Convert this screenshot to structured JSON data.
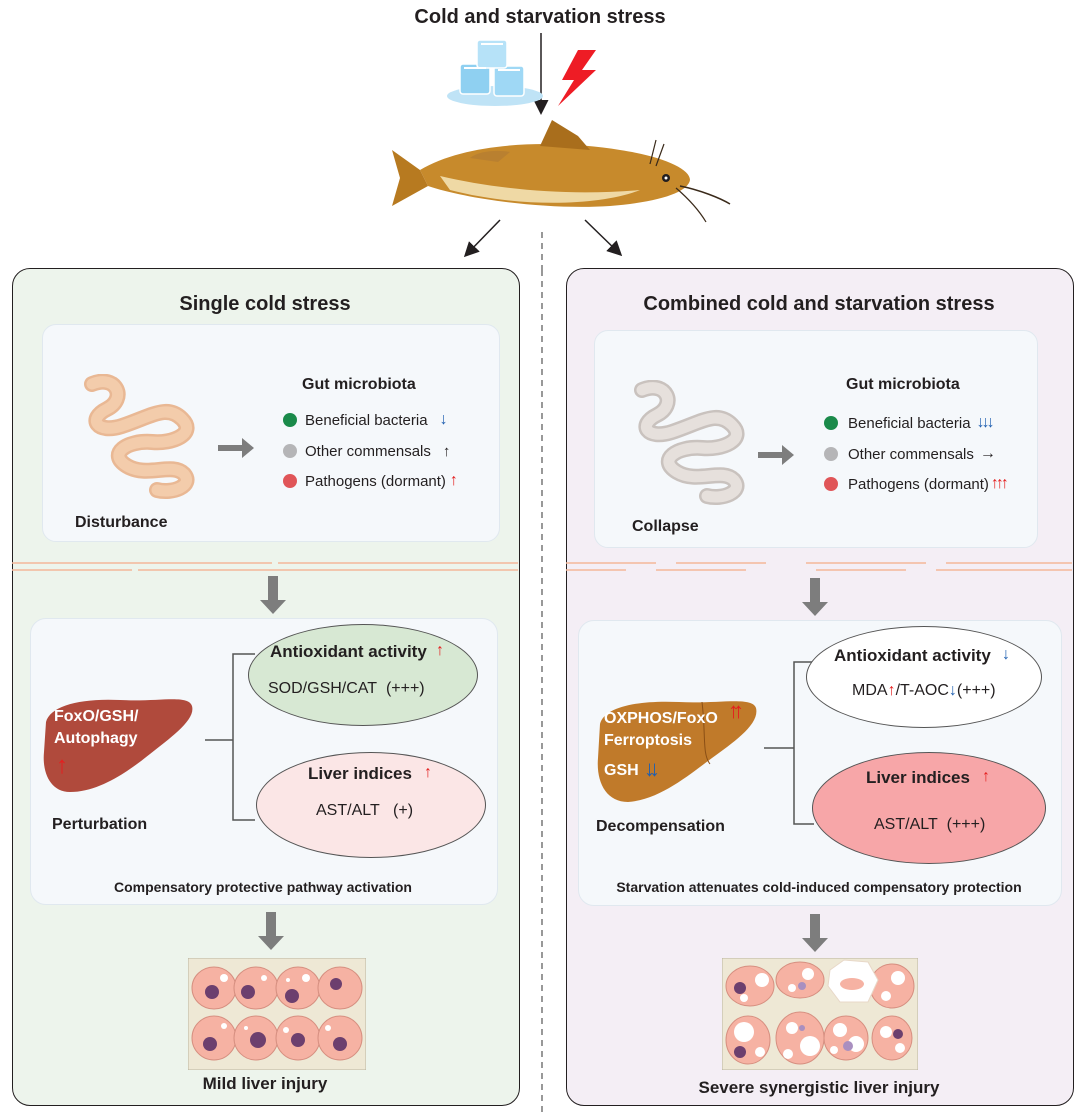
{
  "header": {
    "title": "Cold and starvation stress"
  },
  "left": {
    "title": "Single cold  stress",
    "gut": {
      "heading": "Gut microbiota",
      "items": [
        {
          "label": "Beneficial bacteria",
          "dot_color": "#1a8a4a"
        },
        {
          "label": "Other commensals",
          "dot_color": "#b5b5b7"
        },
        {
          "label": "Pathogens (dormant)",
          "dot_color": "#e05558"
        }
      ],
      "state": "Disturbance"
    },
    "liver": {
      "text_line1": "FoxO/GSH/",
      "text_line2": "Autophagy",
      "state": "Perturbation",
      "antioxidant": {
        "title": "Antioxidant activity",
        "value": "SOD/GSH/CAT  (+++)"
      },
      "indices": {
        "title": "Liver indices",
        "value": "AST/ALT   (+)"
      },
      "caption": "Compensatory protective pathway activation"
    },
    "outcome": "Mild liver injury"
  },
  "right": {
    "title": "Combined cold and starvation stress",
    "gut": {
      "heading": "Gut microbiota",
      "items": [
        {
          "label": "Beneficial bacteria",
          "dot_color": "#1a8a4a"
        },
        {
          "label": "Other commensals",
          "dot_color": "#b5b5b7"
        },
        {
          "label": "Pathogens (dormant)",
          "dot_color": "#e05558"
        }
      ],
      "state": "Collapse"
    },
    "liver": {
      "text_line1": "OXPHOS/FoxO",
      "text_line2": "Ferroptosis",
      "text_line3": "GSH",
      "state": "Decompensation",
      "antioxidant": {
        "title": "Antioxidant activity",
        "value_a": "MDA",
        "value_b": "/T-AOC",
        "value_c": "(+++)"
      },
      "indices": {
        "title": "Liver indices",
        "value": "AST/ALT  (+++)"
      },
      "caption": "Starvation attenuates cold-induced compensatory protection"
    },
    "outcome": "Severe synergistic liver injury"
  },
  "colors": {
    "left_panel_bg": "#edf4ec",
    "right_panel_bg": "#f4eef5",
    "liver_left": "#b04a3c",
    "liver_right": "#c07a2a",
    "antioxidant_left_oval": "#d7e8d3",
    "indices_left_oval": "#fbe6e6",
    "indices_right_oval": "#f7a6a8",
    "cell": "#f6b2a3",
    "nucleus": "#6c3f6e"
  }
}
